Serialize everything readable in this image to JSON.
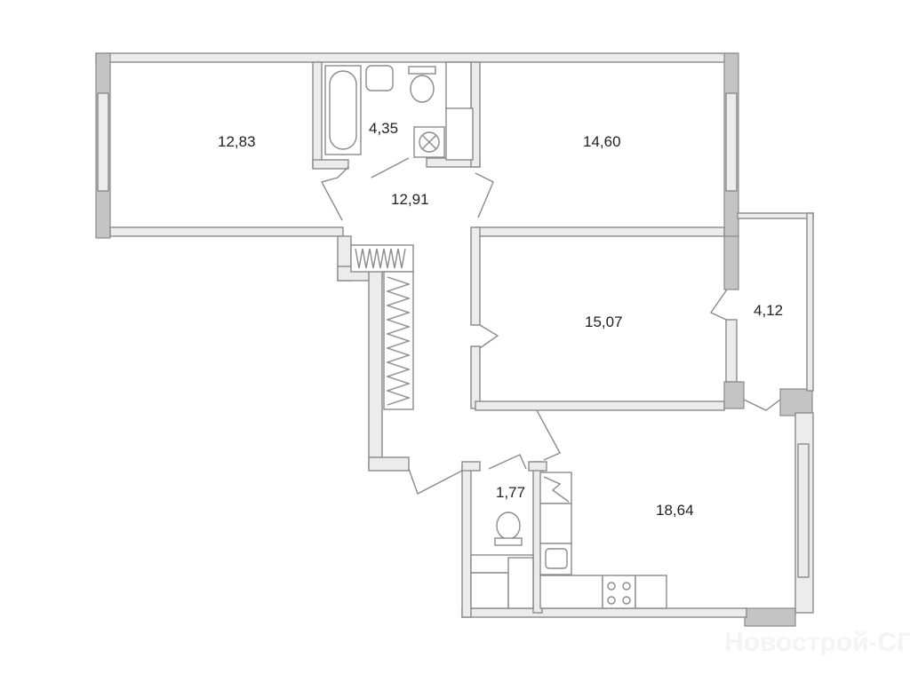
{
  "plan": {
    "rooms": [
      {
        "name": "bedroom-left",
        "area": "12,83"
      },
      {
        "name": "bathroom",
        "area": "4,35"
      },
      {
        "name": "hallway",
        "area": "12,91"
      },
      {
        "name": "bedroom-top-right",
        "area": "14,60"
      },
      {
        "name": "bedroom-middle",
        "area": "15,07"
      },
      {
        "name": "balcony",
        "area": "4,12"
      },
      {
        "name": "toilet",
        "area": "1,77"
      },
      {
        "name": "kitchen-living",
        "area": "18,64"
      }
    ]
  },
  "watermark": "Новострой-СПб"
}
